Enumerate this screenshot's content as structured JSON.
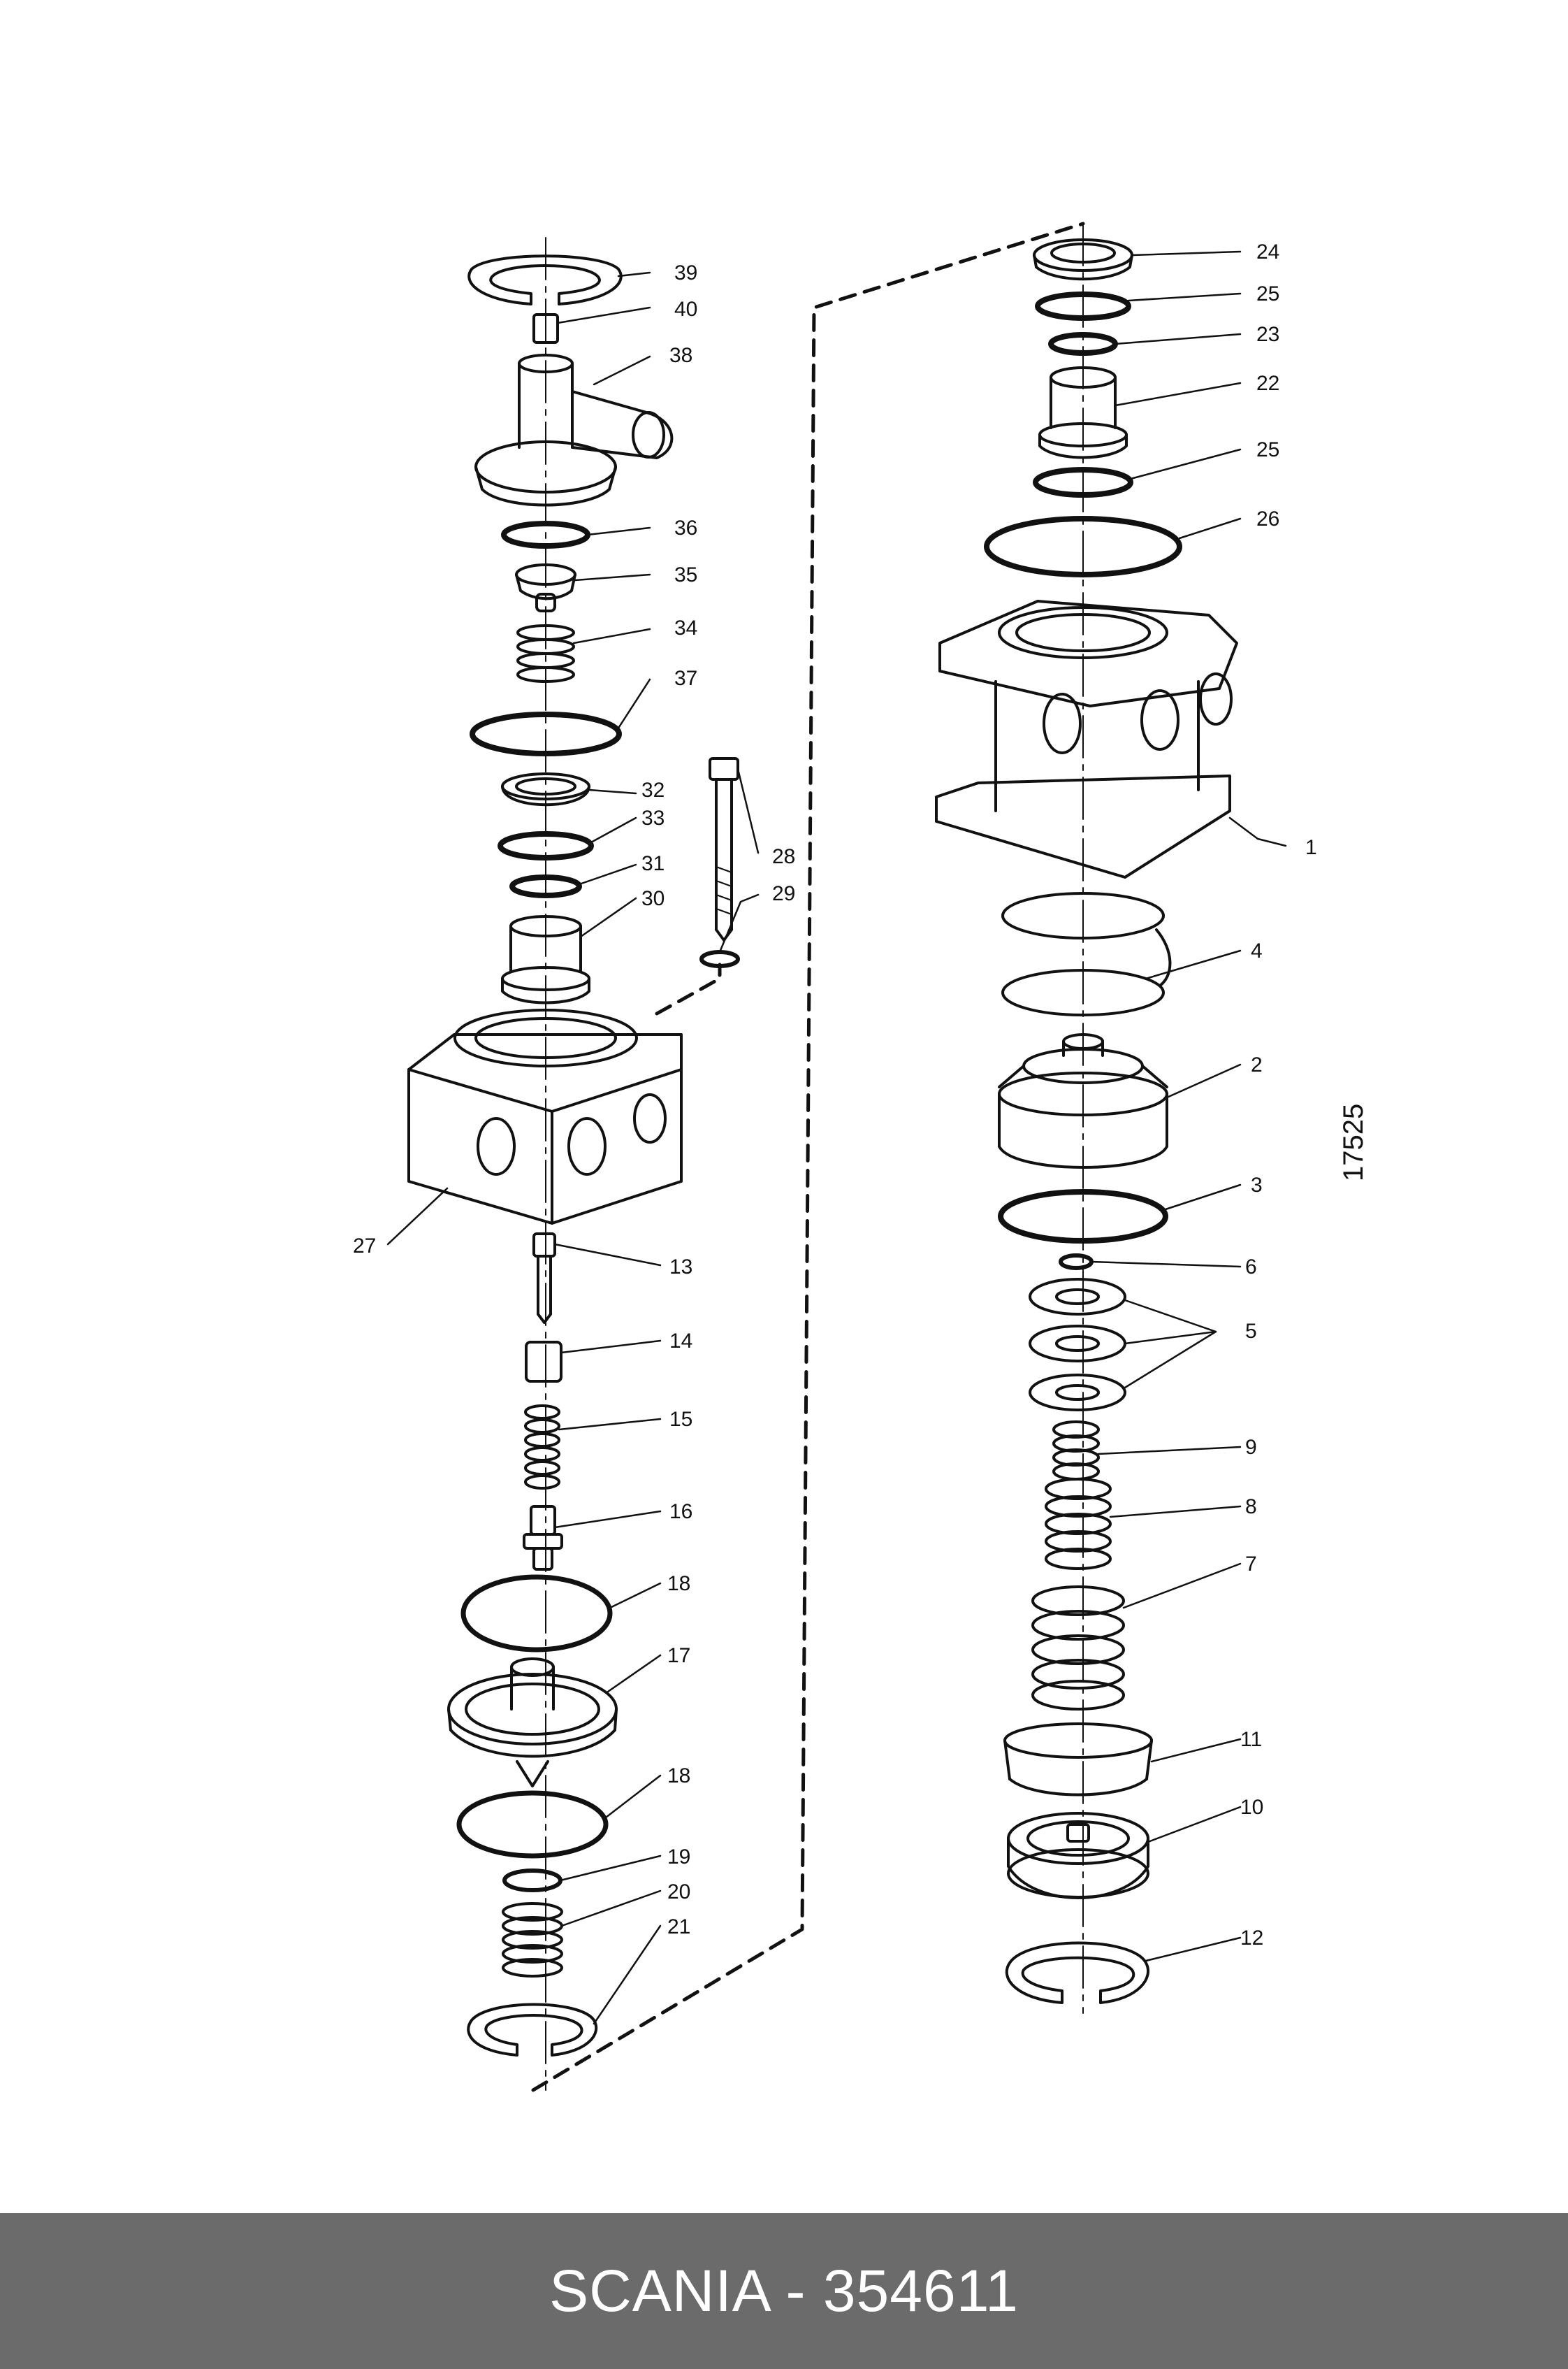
{
  "diagram": {
    "plate_number": "17525",
    "callouts": {
      "c1": "1",
      "c2": "2",
      "c3": "3",
      "c4": "4",
      "c5": "5",
      "c6": "6",
      "c7": "7",
      "c8": "8",
      "c9": "9",
      "c10": "10",
      "c11": "11",
      "c12": "12",
      "c13": "13",
      "c14": "14",
      "c15": "15",
      "c16": "16",
      "c17": "17",
      "c18a": "18",
      "c18b": "18",
      "c19": "19",
      "c20": "20",
      "c21": "21",
      "c22": "22",
      "c23": "23",
      "c24": "24",
      "c25a": "25",
      "c25b": "25",
      "c26": "26",
      "c27": "27",
      "c28": "28",
      "c29": "29",
      "c30": "30",
      "c31": "31",
      "c32": "32",
      "c33": "33",
      "c34": "34",
      "c35": "35",
      "c36": "36",
      "c37": "37",
      "c38": "38",
      "c39": "39",
      "c40": "40"
    }
  },
  "footer": {
    "title": "SCANIA - 354611"
  }
}
